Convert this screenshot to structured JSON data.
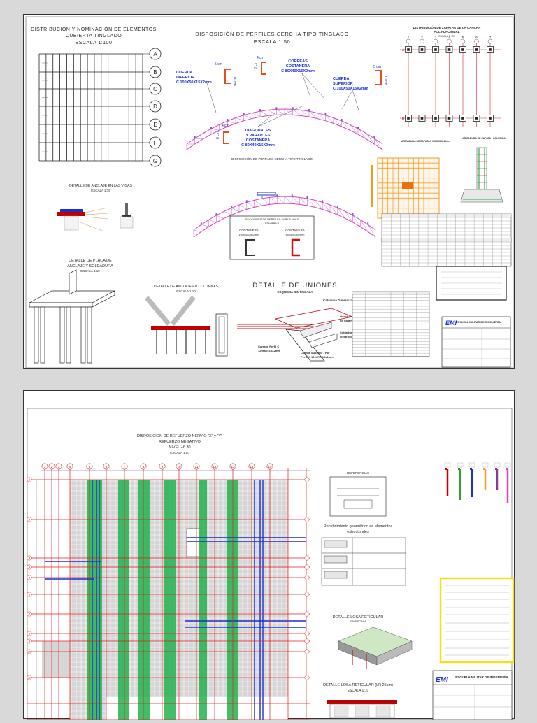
{
  "sheet1": {
    "dist_title_1": "DISTRIBUCIÓN Y NOMINACIÓN DE ELEMENTOS",
    "dist_title_2": "CUBIERTA TINGLADO",
    "dist_scale": "ESCALA 1:100",
    "axis_labels": [
      "A",
      "B",
      "C",
      "D",
      "E",
      "F",
      "G"
    ],
    "perfiles_title": "DISPOSICIÓN DE PERFILES CERCHA TIPO TINGLADO",
    "perfiles_scale": "ESCALA 1:50",
    "dim_5cm_a": "5 cm",
    "dim_10cm_a": "10 cm",
    "dim_4cm_a": "4 cm",
    "dim_8cm_a": "8 cm",
    "dim_5cm_b": "5 cm",
    "dim_10cm_b": "10 cm",
    "dim_4cm_b": "4 cm",
    "dim_8cm_b": "8 cm",
    "cuerda_inferior": [
      "CUERDA",
      "INFERIOR",
      "C 100X50X15X2mm"
    ],
    "correas_costanera": [
      "CORREAS",
      "COSTANERA",
      "C 80X40X15X2mm"
    ],
    "cuerda_superior": [
      "CUERDA",
      "SUPERIOR",
      "C 100X50X15X2mm"
    ],
    "diagonales": [
      "DIAGONALES",
      "Y PARANTES",
      "COSTANERA",
      "C 80X40X15X2mm"
    ],
    "perfiles_title_small": "DISPOSICIÓN DE PERFILES CERCHA TIPO TINGLADO",
    "zapatas_title": "DISTRIBUCIÓN DE ZAPATAS DE LA CANCHA",
    "zapatas_subtitle": "POLIFUNCIONAL",
    "zapatas_scale": "ESCALA 1 : 50",
    "zapata_numbers": [
      "1",
      "2",
      "3",
      "4",
      "5",
      "6",
      "7"
    ],
    "zapata_rows": [
      "A",
      "B"
    ],
    "armadura_zapatas": "ARMADURA DE ZAPATAS 150X150X40cm",
    "armadura_columna": "ARMADURA DE ZAPATA - COLUMNA",
    "anclaje_vigas_title": "DETALLE DE ANCLAJE EN LAS VIGAS",
    "anclaje_vigas_scale": "ESCALA 1:15",
    "placa_title_1": "DETALLE DE PLACA DE",
    "placa_title_2": "ANCLAJE Y SOLDADURA",
    "placa_scale": "ESCALA 1:10",
    "secciones_title": "SECCIONES DE PERFILES EMPLEADAS",
    "secciones_scale": "ESCALA 1:5",
    "costanera_1": "COSTANERA",
    "costanera_1_dim": "100x50x15x2mm",
    "costanera_2": "COSTANERA",
    "costanera_2_dim": "80x40x15x2mm",
    "anclaje_columnas_title": "DETALLE DE ANCLAJE EN COLUMNAS",
    "anclaje_columnas_scale": "ESCALA 1:10",
    "uniones_title": "DETALLE DE UNIONES",
    "uniones_scale": "ESQUEMA SIN ESCALA",
    "cal_label": "Calamina Galvanizada N°28",
    "ganchos_label": "Ganchos de Sujeción",
    "de_calaminas": "de Calaminas",
    "soldadura_label": "Soldadura de filete",
    "electrodo_label": "electrodo 6-60xx",
    "correas_label": "Correas Perfil C",
    "correas_dim": "120x60x15X2mm",
    "cuerda_sup_label": "Cuerda Superior - Por",
    "cuerda_sup_dim": "Perfil C 100x75x15x2mm",
    "emi_logo": "EMI",
    "school_name": "ESCUELA MILITAR DE INGENIERÍA"
  },
  "sheet2": {
    "title_1": "DISPOSICIÓN DE REFUERZO NERVIO \"X\" y \"Y\"",
    "title_2": "REFUERZO NEGATIVO",
    "title_3": "NIVEL +6.30",
    "title_4": "ESCALA 1:50",
    "col_axes": [
      "1",
      "2",
      "3",
      "4",
      "5",
      "6",
      "7",
      "8",
      "9",
      "10",
      "11",
      "12",
      "13",
      "14",
      "15"
    ],
    "row_axes": [
      "1",
      "2",
      "3",
      "4",
      "5",
      "6",
      "7",
      "8",
      "9",
      "10",
      "11"
    ],
    "referencias": "REFERENCIAS",
    "recubrimiento_1": "Recubrimiento geométrico en elementos",
    "recubrimiento_2": "estructurales",
    "losa_reticular_1": "DETALLE LOSA RETICULAR",
    "losa_reticular_1_scale": "SIN ESCALA",
    "losa_reticular_2": "DETALLE LOSA RETICULAR (LR 25cm)",
    "losa_reticular_2_scale": "ESCALA 1:10",
    "emi_logo": "EMI",
    "school_name": "ESCUELA MILITAR DE INGENIERÍA"
  },
  "colors": {
    "red_lines": "#e02020",
    "green_nerve": "#22b14c",
    "blue_nerve": "#1a2fd0",
    "magenta_truss": "#e040c0",
    "highlight_yellow": "#f0e020"
  }
}
